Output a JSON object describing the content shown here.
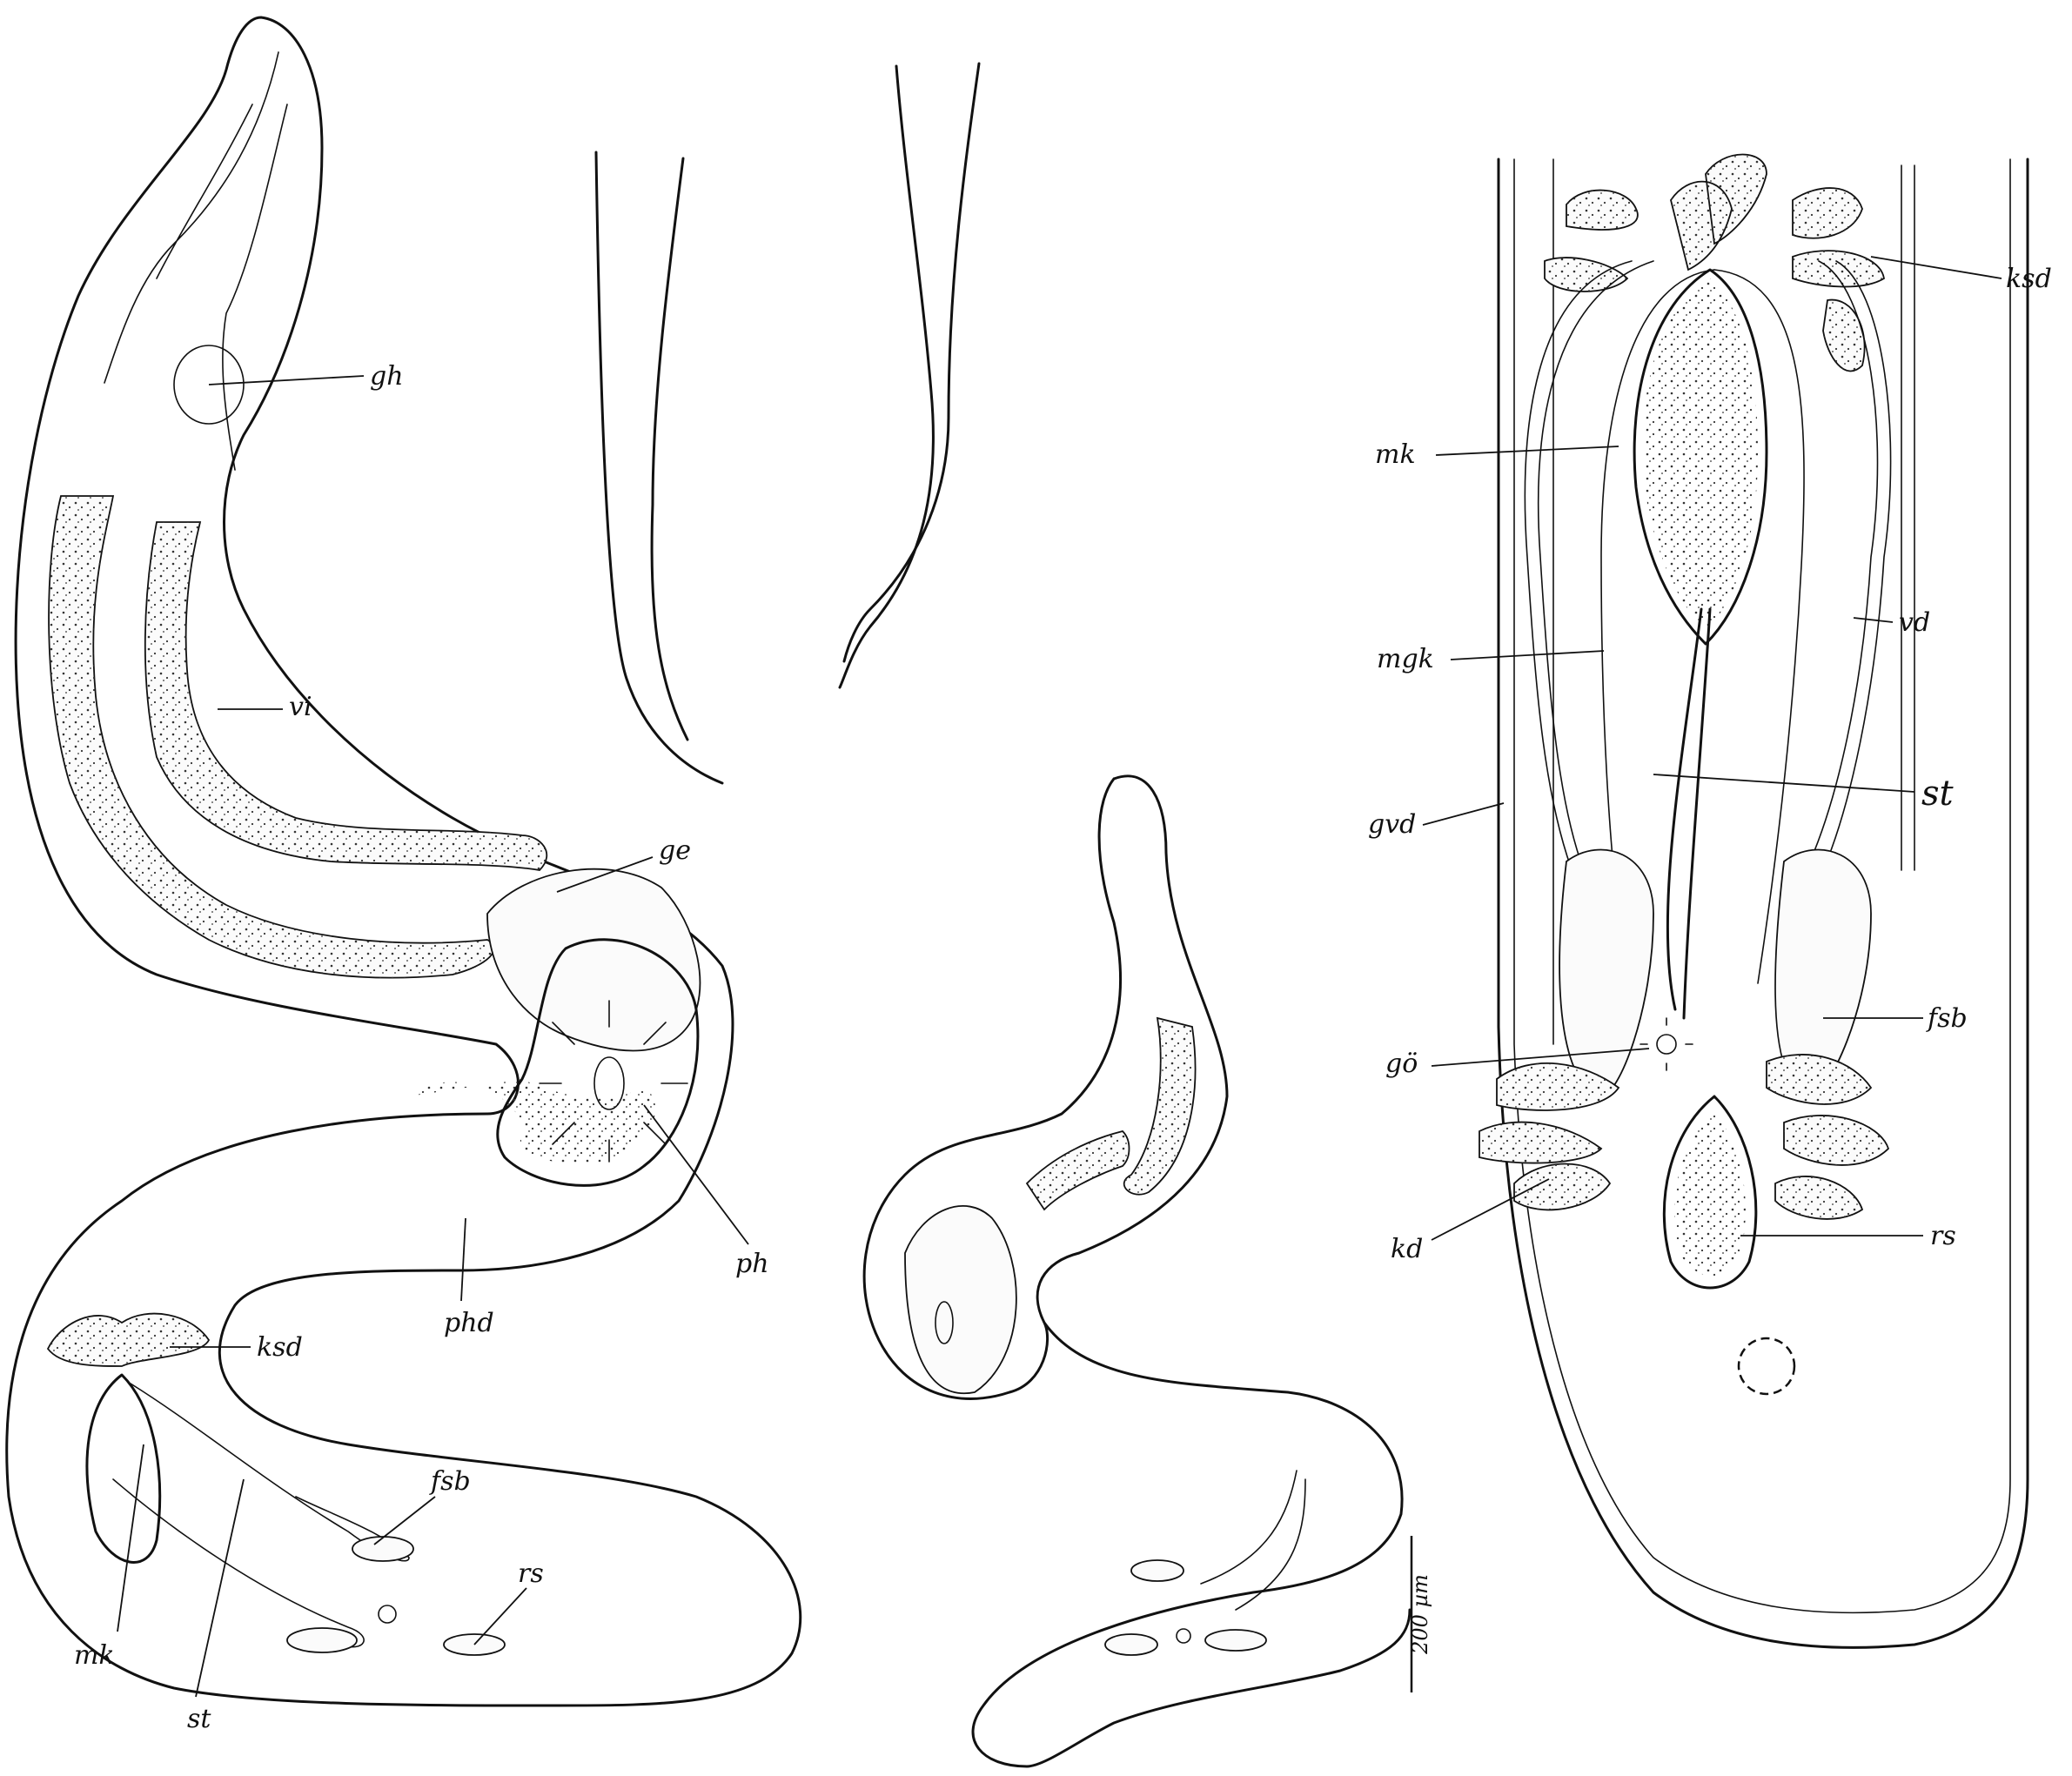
{
  "figure_a": {
    "labels": {
      "gh": "gh",
      "vi": "vi",
      "ge": "ge",
      "ph": "ph",
      "phd": "phd",
      "ksd": "ksd",
      "fsb": "fsb",
      "rs": "rs",
      "mk": "mk",
      "st": "st"
    }
  },
  "figure_d": {
    "labels": {
      "ksd": "ksd",
      "mk": "mk",
      "vd": "vd",
      "mgk": "mgk",
      "st": "st",
      "gvd": "gvd",
      "fsb": "fsb",
      "go": "gö",
      "kd": "kd",
      "rs": "rs"
    }
  },
  "scale_bar": {
    "label": "200 µm"
  },
  "colors": {
    "ink": "#111111",
    "paper": "#ffffff"
  }
}
